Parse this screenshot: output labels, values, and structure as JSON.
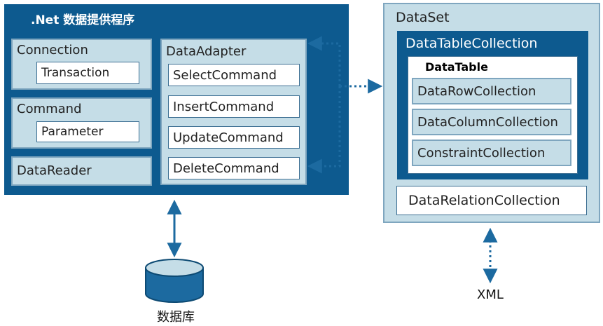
{
  "provider": {
    "title": ".Net 数据提供程序",
    "connection": {
      "label": "Connection",
      "child": "Transaction"
    },
    "command": {
      "label": "Command",
      "child": "Parameter"
    },
    "datareader": {
      "label": "DataReader"
    },
    "dataadapter": {
      "label": "DataAdapter",
      "commands": [
        "SelectCommand",
        "InsertCommand",
        "UpdateCommand",
        "DeleteCommand"
      ]
    }
  },
  "dataset": {
    "label": "DataSet",
    "tablecollection": "DataTableCollection",
    "datatable": "DataTable",
    "table_items": [
      "DataRowCollection",
      "DataColumnCollection",
      "ConstraintCollection"
    ],
    "relations": "DataRelationCollection"
  },
  "database_label": "数据库",
  "xml_label": "XML",
  "colors": {
    "dark_blue": "#0d5a8f",
    "light_blue": "#c5dde7",
    "arrow": "#1c6aa0"
  }
}
